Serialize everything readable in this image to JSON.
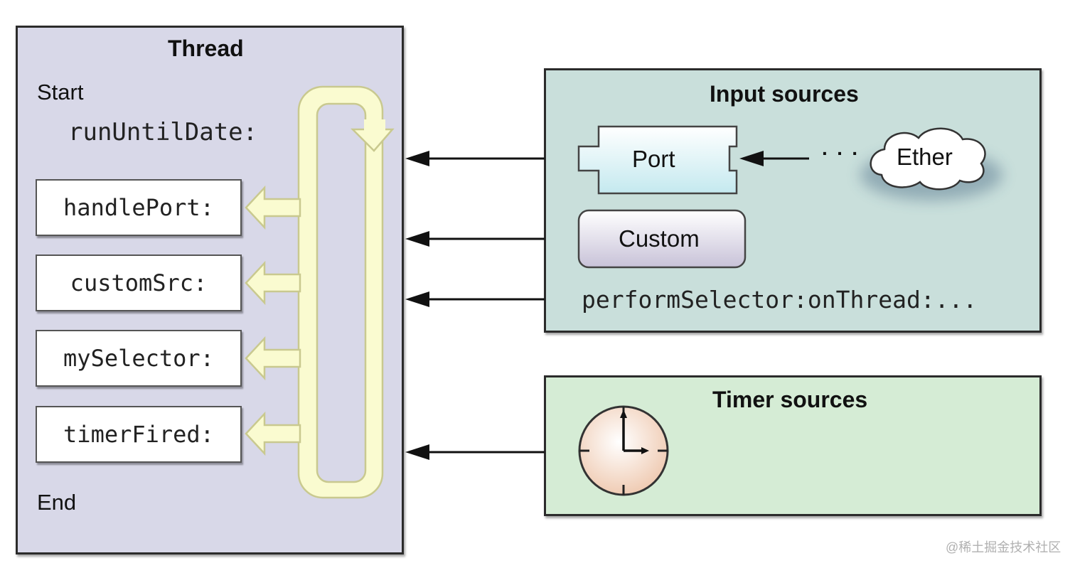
{
  "thread": {
    "title": "Thread",
    "start_label": "Start",
    "run_call": "runUntilDate:",
    "end_label": "End",
    "handlers": [
      "handlePort:",
      "customSrc:",
      "mySelector:",
      "timerFired:"
    ]
  },
  "input_sources": {
    "title": "Input sources",
    "port_label": "Port",
    "ether_label": "Ether",
    "custom_label": "Custom",
    "perform_selector": "performSelector:onThread:...",
    "ellipsis": "· · ·"
  },
  "timer_sources": {
    "title": "Timer sources"
  },
  "watermark": "@稀土掘金技术社区",
  "colors": {
    "thread_bg": "#d8d8e8",
    "input_bg": "#c9dfdb",
    "timer_bg": "#d5ecd5",
    "loop_fill": "#fafbd0",
    "loop_stroke": "#cccc99",
    "port_fill": "#d6f0f4",
    "custom_fill": "#d4cfe0",
    "clock_fill": "#f8e3d4"
  }
}
